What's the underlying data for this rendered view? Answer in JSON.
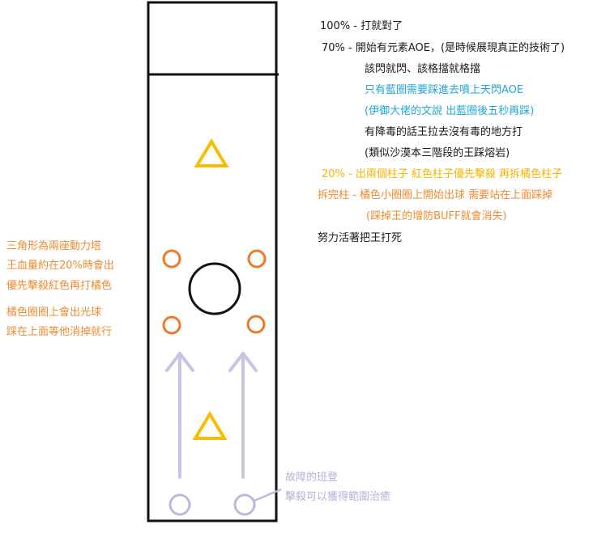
{
  "colors": {
    "arena_border": "#111111",
    "triangle": "#f5be00",
    "orb_circle": "#f0782a",
    "boss_circle": "#111111",
    "arrow": "#c8c4e4",
    "bench": "#bdb8e0",
    "text_black": "#1a1a1a",
    "text_blue": "#22a6d9",
    "text_yellow": "#f5b400",
    "text_orange": "#f08a30",
    "text_lavender": "#b4b0d8"
  },
  "phases": [
    {
      "text": "100%   - 打就對了",
      "color": "black"
    },
    {
      "text": "70%   - 開始有元素AOE，(是時候展現真正的技術了)",
      "color": "black"
    },
    {
      "text": "該閃就閃、該格擋就格擋",
      "color": "black"
    },
    {
      "text": "只有藍圈需要踩進去噴上天閃AOE",
      "color": "blue"
    },
    {
      "text": "(伊御大佬的文說 出藍圈後五秒再踩)",
      "color": "blue"
    },
    {
      "text": "有降毒的話王拉去沒有毒的地方打",
      "color": "black"
    },
    {
      "text": "(類似沙漠本三階段的王踩熔岩)",
      "color": "black"
    },
    {
      "text": "20%   - 出兩個柱子 紅色柱子優先擊殺 再拆橘色柱子",
      "color": "yellow"
    },
    {
      "text": "拆完柱 - 橘色小圈圈上開始出球 需要站在上面踩掉",
      "color": "orange"
    },
    {
      "text": "(踩掉王的增防BUFF就會消失)",
      "color": "orange"
    },
    {
      "text": "努力活著把王打死",
      "color": "black"
    }
  ],
  "left_notes": {
    "triangle_note": [
      "三角形為兩座動力塔",
      "王血量約在20%時會出",
      "優先擊殺紅色再打橘色"
    ],
    "orb_note": [
      "橘色圈圈上會出光球",
      "踩在上面等他消掉就行"
    ]
  },
  "bench_note": [
    "故障的班登",
    "擊殺可以獲得範圍治癒"
  ]
}
